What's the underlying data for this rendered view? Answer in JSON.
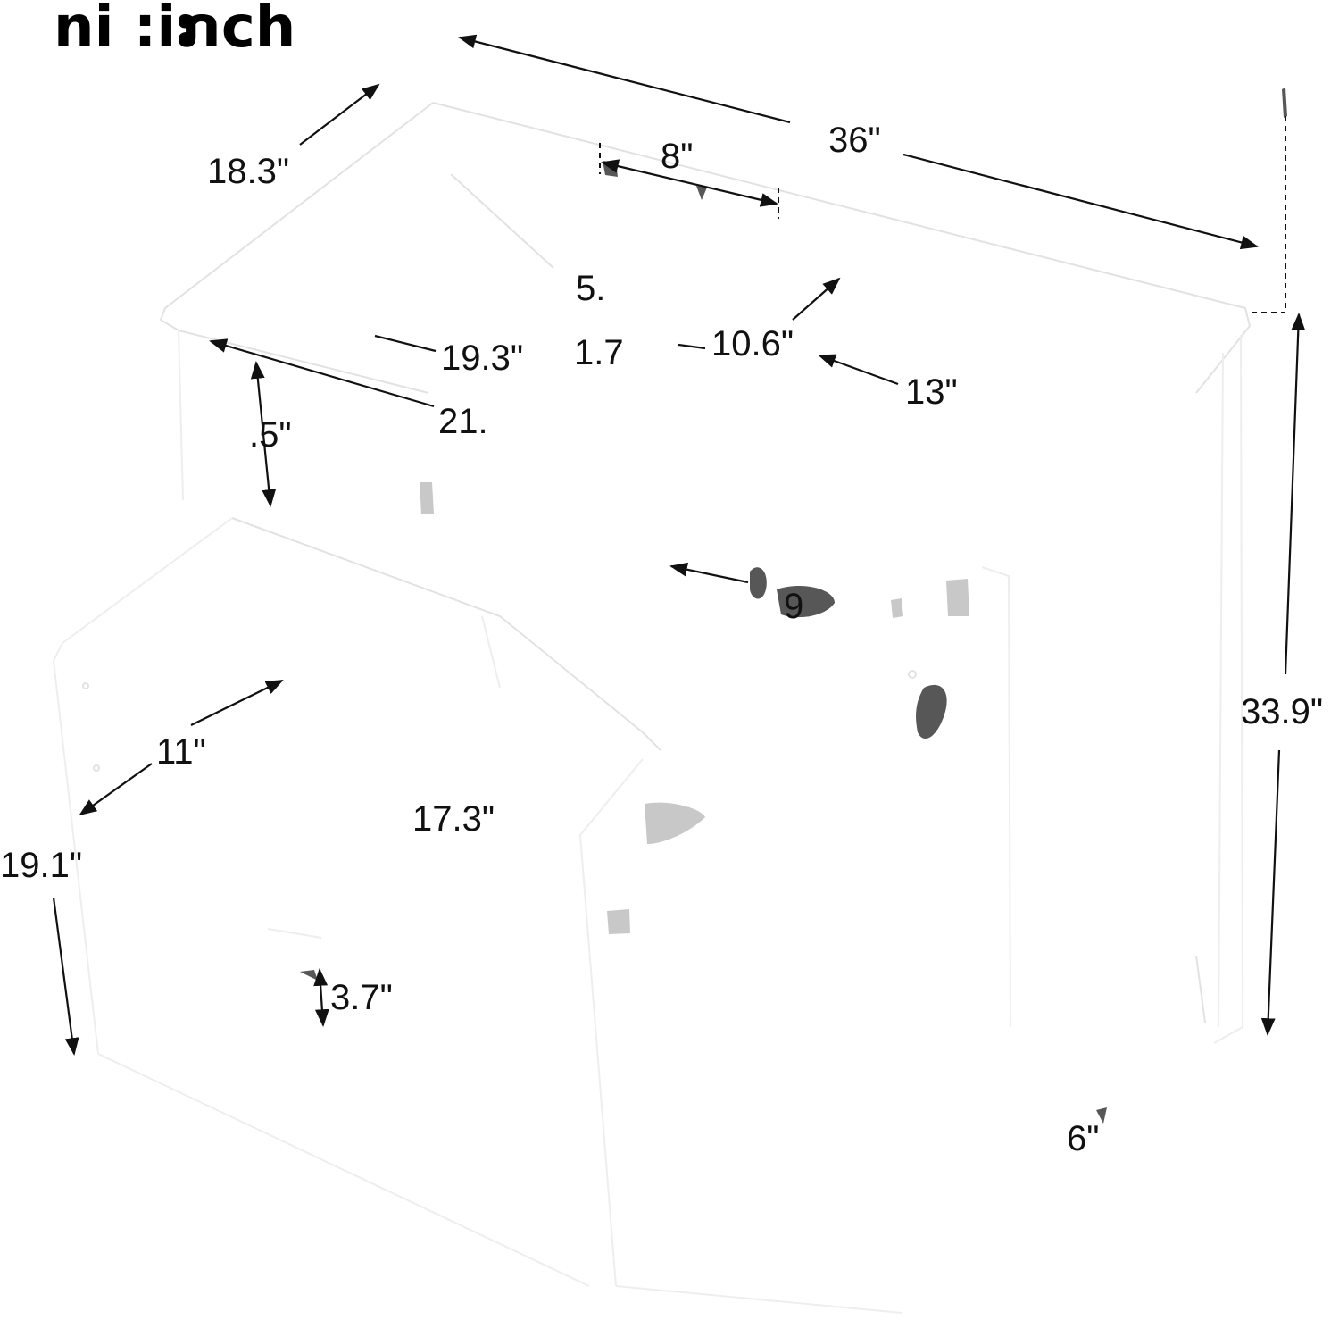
{
  "title": "ni :iກch",
  "dimensions": {
    "width_total": "36\"",
    "depth_top": "18.3\"",
    "slot_width": "8\"",
    "label_5": "5.",
    "label_19_3": "19.3\"",
    "label_1_7": "1.7",
    "label_10_6": "10.6\"",
    "label_13": "13\"",
    "label_21": "21.",
    "label_5in": ".5\"",
    "label_11": "11\"",
    "label_17_3": "17.3\"",
    "label_19_1": "19.1\"",
    "label_3_7": "3.7\"",
    "label_33_9": "33.9\"",
    "label_6": "6\"",
    "label_9": "9"
  },
  "colors": {
    "ink": "#111111",
    "faint_edges": "#e2e2e2",
    "background": "#ffffff"
  }
}
